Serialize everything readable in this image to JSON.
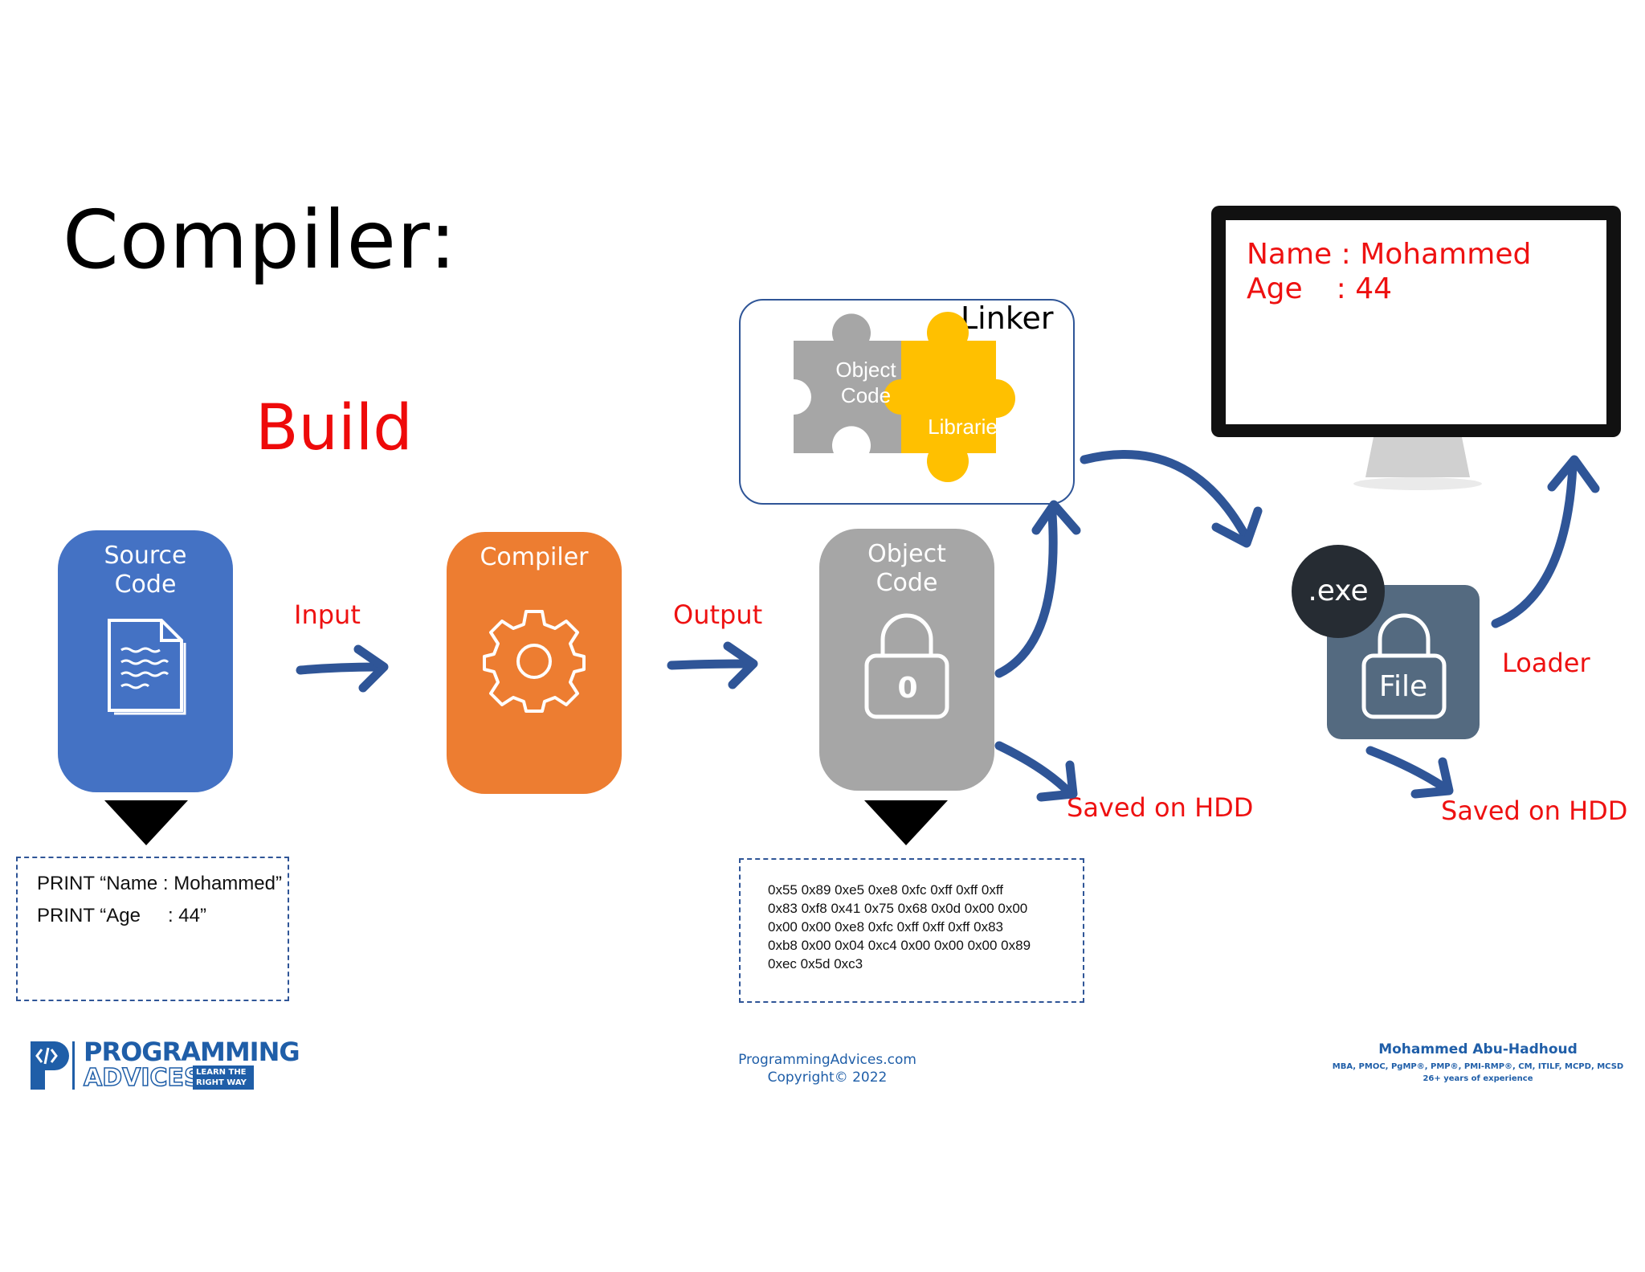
{
  "title": "Compiler:",
  "build": "Build",
  "source": {
    "label_line1": "Source",
    "label_line2": "Code"
  },
  "compiler": {
    "label": "Compiler"
  },
  "object": {
    "label_line1": "Object",
    "label_line2": "Code",
    "lock_text": "0"
  },
  "arrows": {
    "input": "Input",
    "output": "Output",
    "loader": "Loader",
    "saved1": "Saved on HDD",
    "saved2": "Saved on HDD"
  },
  "linker": {
    "label": "Linker",
    "piece1_line1": "Object",
    "piece1_line2": "Code",
    "piece2": "Libraries"
  },
  "exe": {
    "badge": ".exe",
    "file": "File"
  },
  "monitor": {
    "line1": "Name : Mohammed",
    "line2_label": "Age",
    "line2_value": ": 44"
  },
  "code_box": {
    "line1": "PRINT “Name : Mohammed”",
    "line2_a": "PRINT “Age",
    "line2_b": ": 44”"
  },
  "hex_box": {
    "lines": [
      "0x55 0x89 0xe5 0xe8 0xfc 0xff 0xff 0xff",
      "0x83 0xf8 0x41 0x75 0x68 0x0d 0x00 0x00",
      "0x00 0x00 0xe8 0xfc 0xff 0xff 0xff 0x83",
      "0xb8 0x00 0x04 0xc4 0x00 0x00 0x00 0x89",
      "0xec 0x5d 0xc3"
    ]
  },
  "footer": {
    "logo_word1": "PROGRAMMING",
    "logo_word2": "ADVICES",
    "logo_tag1": "LEARN THE",
    "logo_tag2": "RIGHT WAY",
    "site": "ProgrammingAdvices.com",
    "copyright": "Copyright© 2022",
    "author": "Mohammed Abu-Hadhoud",
    "creds": "MBA, PMOC, PgMP®, PMP®, PMI-RMP®, CM, ITILF, MCPD, MCSD",
    "experience": "26+ years of experience"
  },
  "colors": {
    "blue": "#4472c4",
    "orange": "#ed7d31",
    "gray": "#a6a6a6",
    "slate": "#546a80",
    "red": "#ee1111",
    "arrow": "#2f5597",
    "yellow": "#ffc000"
  }
}
